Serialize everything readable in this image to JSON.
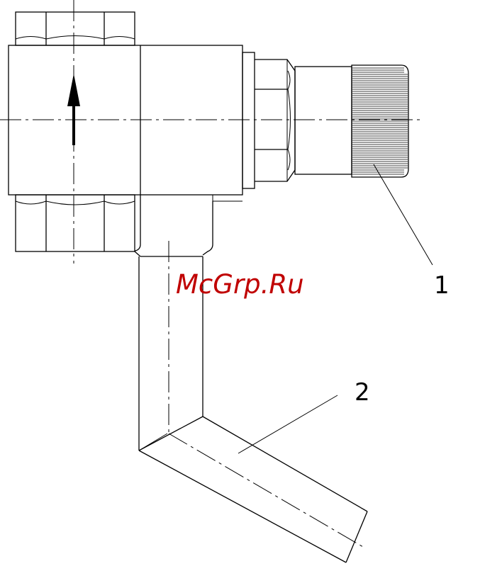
{
  "drawing": {
    "watermark": "McGrp.Ru",
    "callouts": [
      {
        "id": "1",
        "label": "1"
      },
      {
        "id": "2",
        "label": "2"
      }
    ],
    "colors": {
      "line": "#000000",
      "watermark": "#c00000",
      "background": "#ffffff"
    }
  }
}
